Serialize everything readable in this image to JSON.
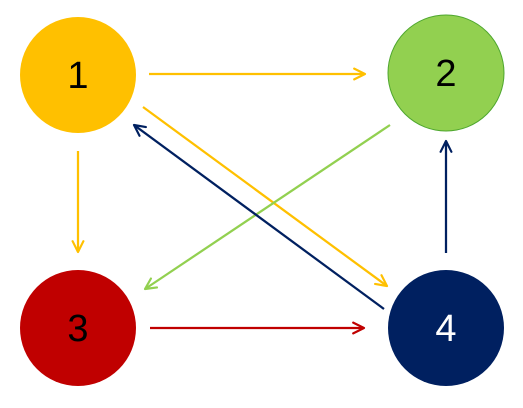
{
  "diagram": {
    "nodes": [
      {
        "id": "1",
        "label": "1",
        "fill": "#FFC000",
        "text_color": "#000000"
      },
      {
        "id": "2",
        "label": "2",
        "fill": "#92D050",
        "text_color": "#000000"
      },
      {
        "id": "3",
        "label": "3",
        "fill": "#C00000",
        "text_color": "#000000"
      },
      {
        "id": "4",
        "label": "4",
        "fill": "#002060",
        "text_color": "#FFFFFF"
      }
    ],
    "edges": [
      {
        "from": "1",
        "to": "2",
        "color": "#FFC000"
      },
      {
        "from": "1",
        "to": "3",
        "color": "#FFC000"
      },
      {
        "from": "1",
        "to": "4",
        "color": "#FFC000"
      },
      {
        "from": "2",
        "to": "3",
        "color": "#92D050"
      },
      {
        "from": "3",
        "to": "4",
        "color": "#C00000"
      },
      {
        "from": "4",
        "to": "1",
        "color": "#002060"
      },
      {
        "from": "4",
        "to": "2",
        "color": "#002060"
      }
    ]
  }
}
